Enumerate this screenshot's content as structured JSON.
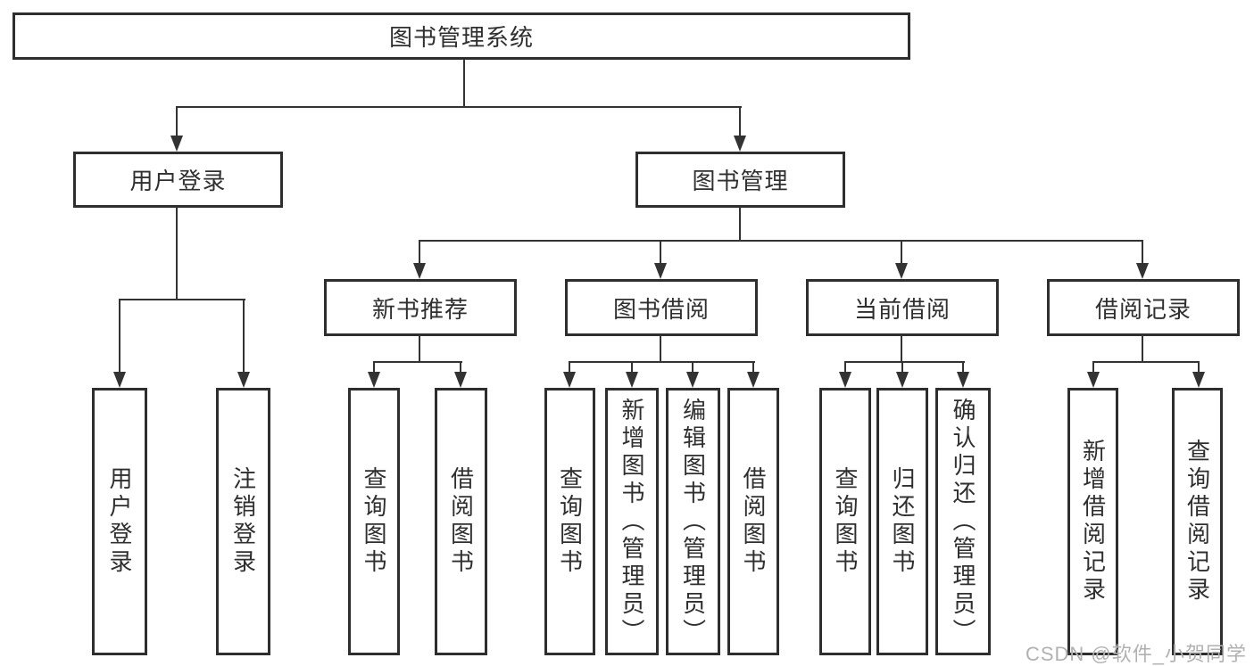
{
  "diagram": {
    "title": "图书管理系统",
    "root": {
      "label": "图书管理系统"
    },
    "level2": [
      {
        "label": "用户登录"
      },
      {
        "label": "图书管理"
      }
    ],
    "level3": [
      {
        "label": "新书推荐"
      },
      {
        "label": "图书借阅"
      },
      {
        "label": "当前借阅"
      },
      {
        "label": "借阅记录"
      }
    ],
    "leaves": {
      "user_login": [
        {
          "label": "用户登录"
        },
        {
          "label": "注销登录"
        }
      ],
      "new_book": [
        {
          "label": "查询图书"
        },
        {
          "label": "借阅图书"
        }
      ],
      "book_borrow": [
        {
          "label": "查询图书"
        },
        {
          "label": "新增图书（管理员）"
        },
        {
          "label": "编辑图书（管理员）"
        },
        {
          "label": "借阅图书"
        }
      ],
      "current_borrow": [
        {
          "label": "查询图书"
        },
        {
          "label": "归还图书"
        },
        {
          "label": "确认归还（管理员）"
        }
      ],
      "borrow_record": [
        {
          "label": "新增借阅记录"
        },
        {
          "label": "查询借阅记录"
        }
      ]
    },
    "watermark": "CSDN @软件_小贺同学"
  },
  "colors": {
    "line": "#333333",
    "border": "#2e2e2e",
    "text": "#2f2f2f",
    "watermark": "#b1b1b1",
    "background": "#ffffff"
  }
}
